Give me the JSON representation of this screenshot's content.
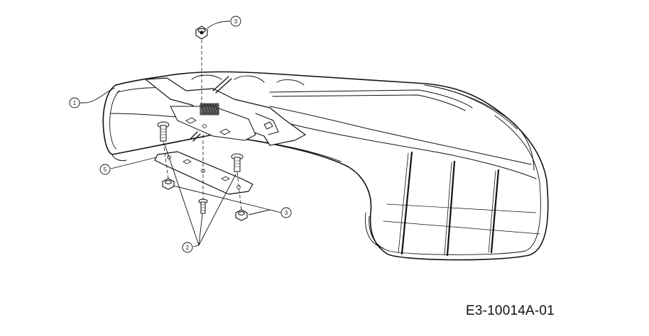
{
  "drawing_code": "E3-10014A-01",
  "callouts": [
    {
      "id": "callout-1",
      "label": "1"
    },
    {
      "id": "callout-3-top",
      "label": "3"
    },
    {
      "id": "callout-5",
      "label": "5"
    },
    {
      "id": "callout-3-right",
      "label": "3"
    },
    {
      "id": "callout-2",
      "label": "2"
    }
  ],
  "colors": {
    "line": "#111111",
    "background": "#ffffff"
  }
}
